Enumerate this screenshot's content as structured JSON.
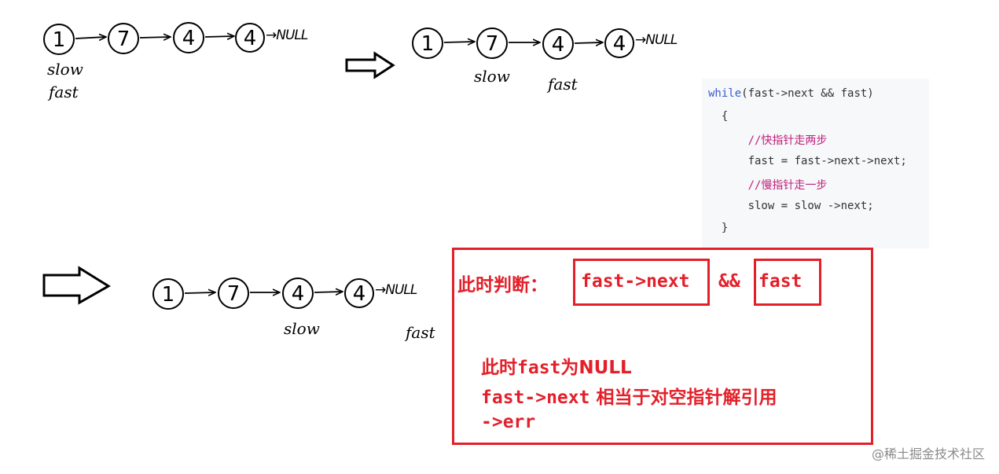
{
  "diagrams": [
    {
      "nodes": [
        "1",
        "7",
        "4",
        "4"
      ],
      "null_label": "→NULL",
      "slow_label": "slow",
      "fast_label": "fast"
    },
    {
      "nodes": [
        "1",
        "7",
        "4",
        "4"
      ],
      "null_label": "→NULL",
      "slow_label": "slow",
      "fast_label": "fast"
    },
    {
      "nodes": [
        "1",
        "7",
        "4",
        "4"
      ],
      "null_label": "→NULL",
      "slow_label": "slow",
      "fast_label": "fast"
    }
  ],
  "code": {
    "line1_kw": "while",
    "line1_rest": "(fast->next && fast)",
    "line2": "  {",
    "line3": "      //快指针走两步",
    "line4": "      fast = fast->next->next;",
    "line5": "      //慢指针走一步",
    "line6": "      slow = slow ->next;",
    "line7": "  }"
  },
  "annotation": {
    "judge_prefix": "此时判断：",
    "cond_next": "fast->next",
    "cond_and": "&&",
    "cond_fast": "fast",
    "line_null_prefix": "此时",
    "line_null_fast": "fast",
    "line_null_suffix": "为NULL",
    "line_deref_code": "fast->next",
    "line_deref_text": " 相当于对空指针解引用",
    "line_err": "->err"
  },
  "watermark": "@稀土掘金技术社区",
  "colors": {
    "accent_red": "#e3202a",
    "keyword_blue": "#3b5bcc",
    "comment_pink": "#c0207a"
  }
}
